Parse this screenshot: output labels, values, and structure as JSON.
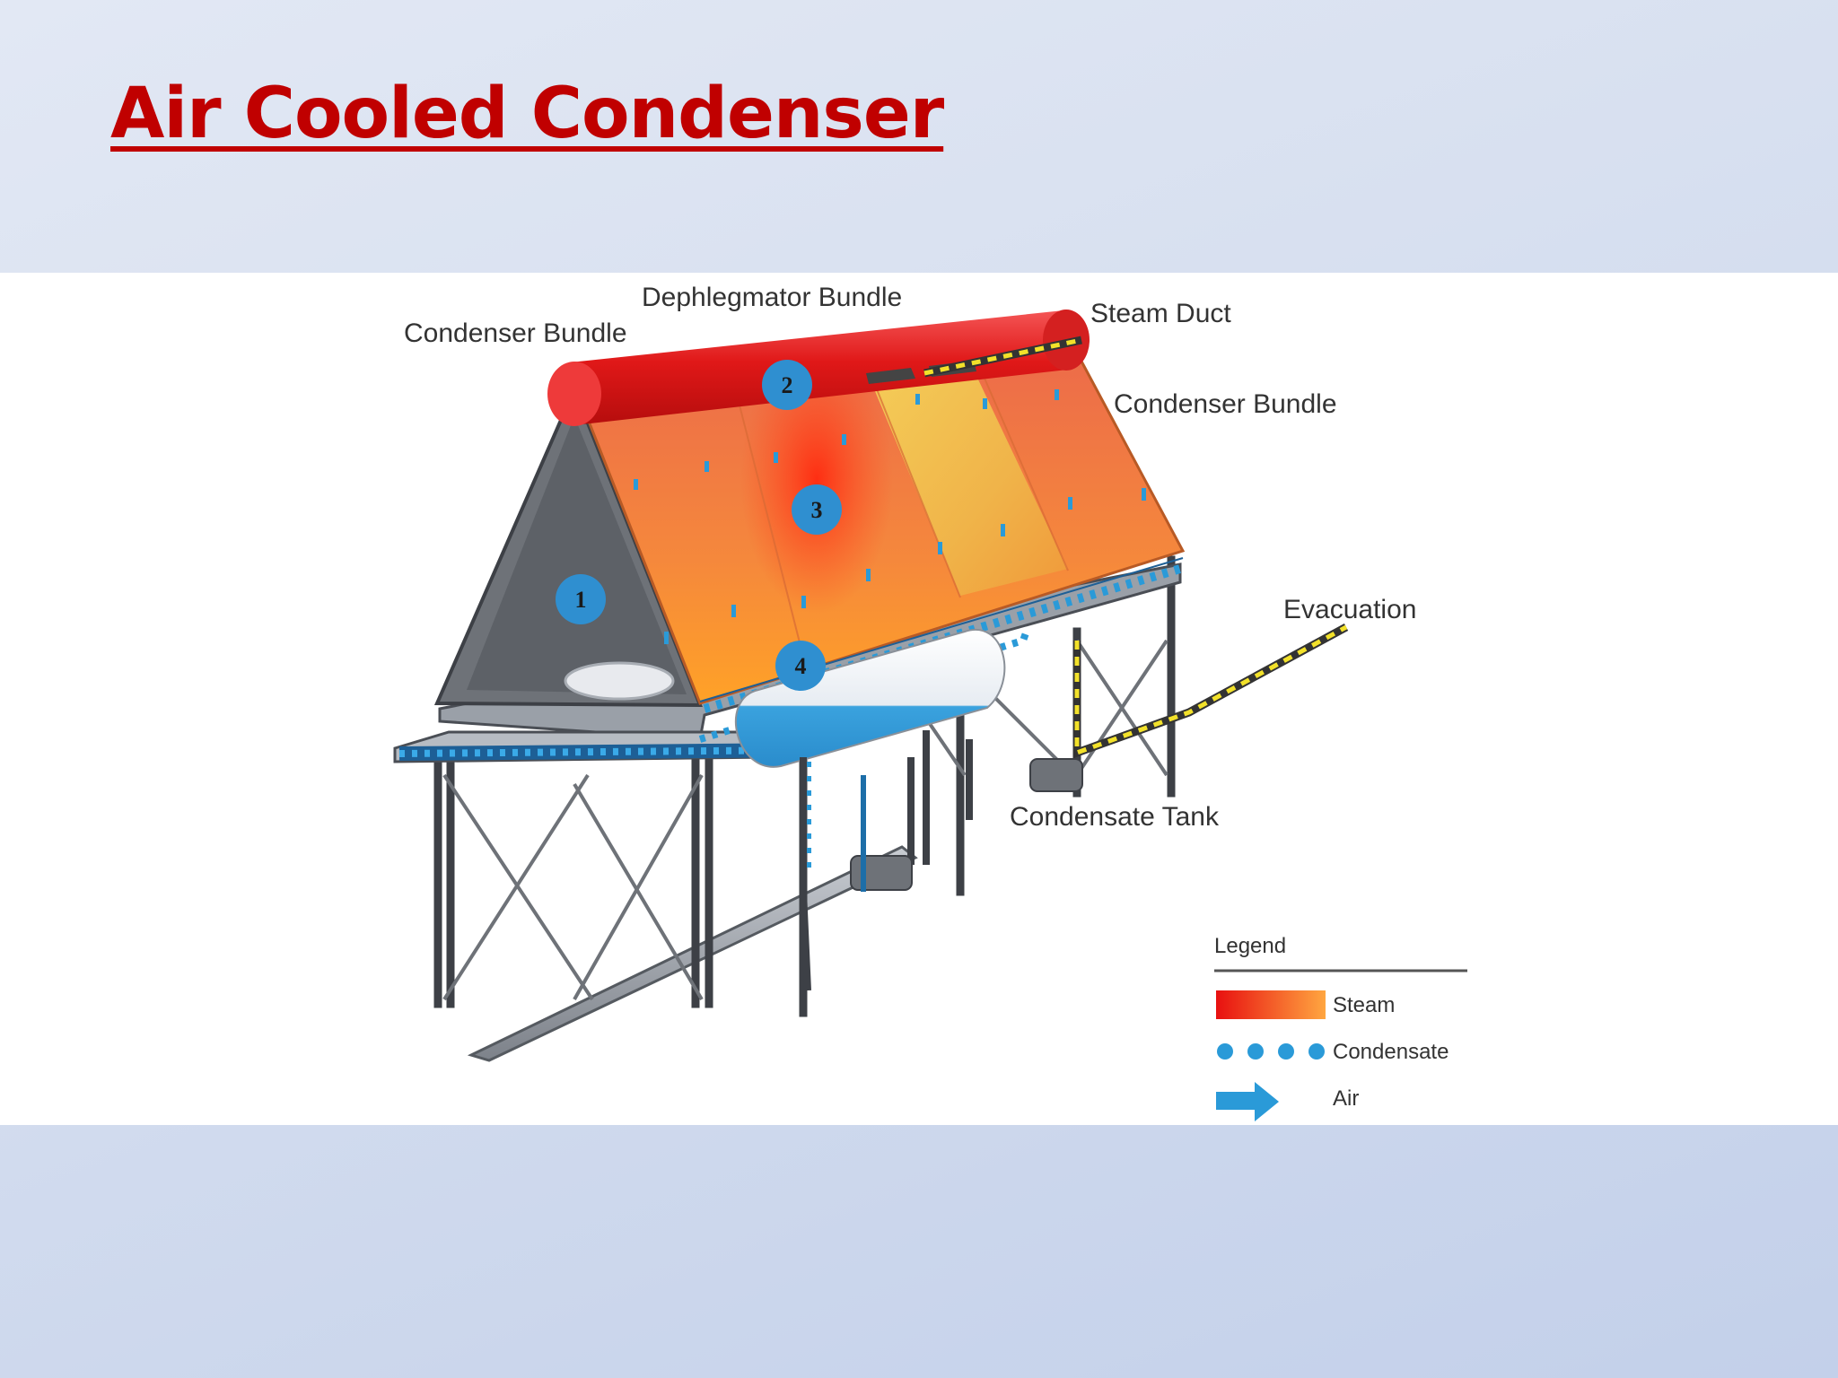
{
  "title": "Air Cooled Condenser",
  "labels": {
    "dephlegmator_bundle": "Dephlegmator Bundle",
    "condenser_bundle_left": "Condenser Bundle",
    "steam_duct": "Steam Duct",
    "condenser_bundle_right": "Condenser Bundle",
    "evacuation": "Evacuation",
    "condensate_tank": "Condensate Tank"
  },
  "markers": [
    "1",
    "2",
    "3",
    "4"
  ],
  "legend": {
    "heading": "Legend",
    "steam": "Steam",
    "condensate": "Condensate",
    "air": "Air"
  },
  "colors": {
    "title": "#c00000",
    "steam_red": "#e01818",
    "steam_orange": "#ff9a2a",
    "condensate_blue": "#2a9ad8",
    "marker_blue": "#2f8fd0",
    "evacuation_yellow": "#f2e12a",
    "steel": "#6e7278"
  }
}
